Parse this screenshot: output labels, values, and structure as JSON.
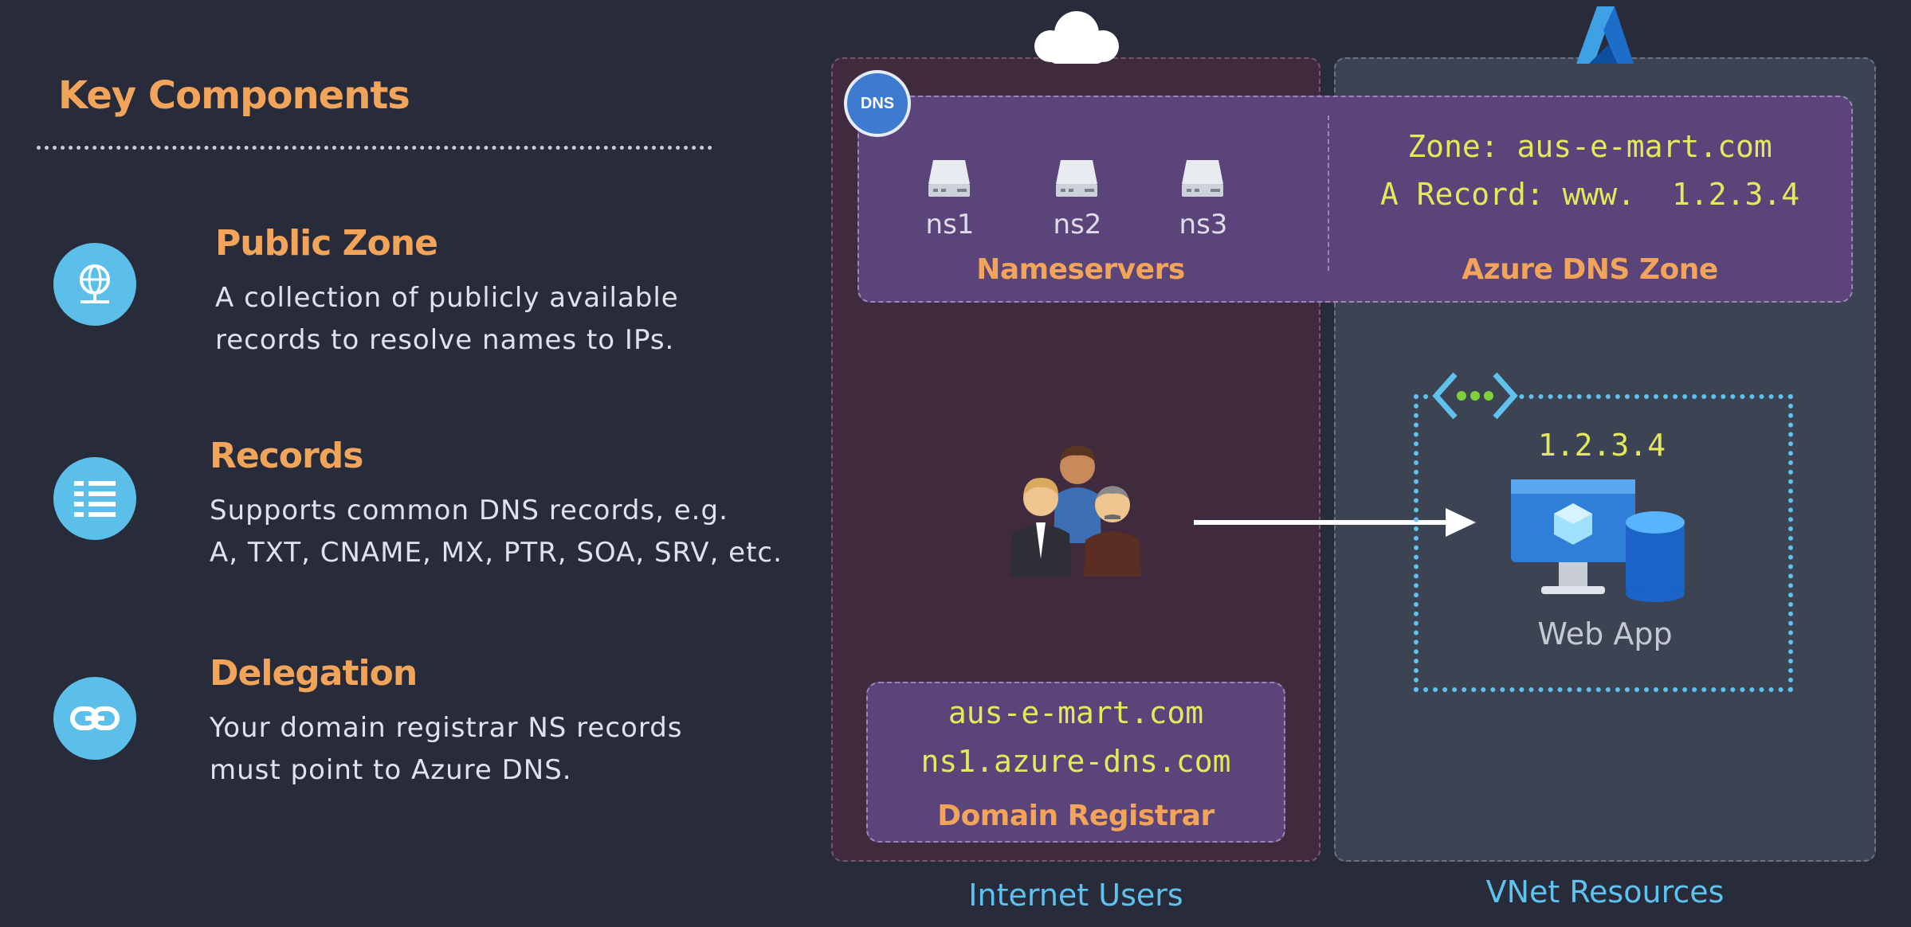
{
  "slide": {
    "title": "Key Components"
  },
  "components": [
    {
      "icon": "globe-network-icon",
      "title": "Public Zone",
      "description": "A collection of publicly available\nrecords to resolve names to IPs."
    },
    {
      "icon": "records-list-icon",
      "title": "Records",
      "description": "Supports common DNS records, e.g.\nA, TXT, CNAME, MX, PTR, SOA, SRV, etc."
    },
    {
      "icon": "link-icon",
      "title": "Delegation",
      "description": "Your domain registrar NS records\nmust point to Azure DNS."
    }
  ],
  "diagram": {
    "dns_badge": "DNS",
    "nameservers": [
      "ns1",
      "ns2",
      "ns3"
    ],
    "nameservers_label": "Nameservers",
    "zone_line": "Zone: aus-e-mart.com",
    "record_line": "A Record: www.  1.2.3.4",
    "azure_dns_zone_label": "Azure DNS Zone",
    "webapp_ip": "1.2.3.4",
    "webapp_label": "Web App",
    "registrar_domain": "aus-e-mart.com",
    "registrar_ns": "ns1.azure-dns.com",
    "registrar_label": "Domain Registrar",
    "internet_users_label": "Internet Users",
    "vnet_resources_label": "VNet Resources"
  },
  "colors": {
    "accent_orange": "#f2a55a",
    "accent_blue": "#5fc2ee",
    "mono_yellow": "#e4e85a",
    "background": "#282c3a"
  }
}
